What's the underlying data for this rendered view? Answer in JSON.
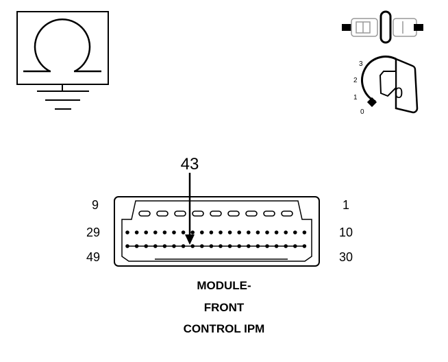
{
  "ignition": {
    "key_label": "0",
    "positions": [
      "3",
      "2",
      "1",
      "0"
    ]
  },
  "connector": {
    "pointer_pin": "43",
    "pin_labels": {
      "row1_left": "9",
      "row1_right": "1",
      "row2_left": "29",
      "row2_right": "10",
      "row3_left": "49",
      "row3_right": "30"
    }
  },
  "caption": {
    "line1": "MODULE-",
    "line2": "FRONT",
    "line3": "CONTROL IPM"
  },
  "icons": [
    "ohmmeter-icon",
    "ground-icon",
    "connector-disconnected-icon",
    "ignition-key-icon"
  ]
}
